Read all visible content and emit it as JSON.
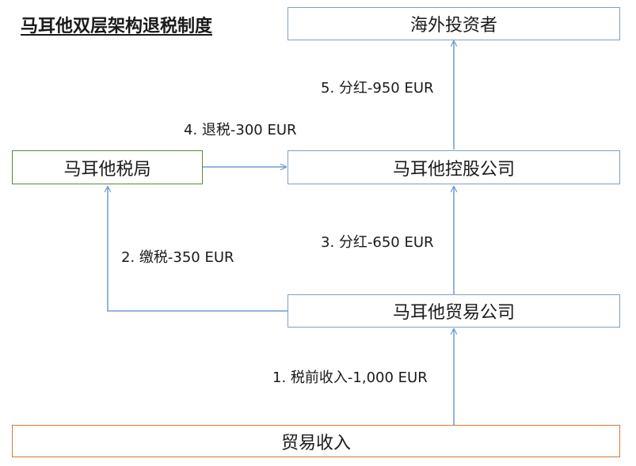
{
  "title": "马耳他双层架构退税制度",
  "boxes": {
    "investor": "海外投资者",
    "tax_office": "马耳他税局",
    "holding": "马耳他控股公司",
    "trading": "马耳他贸易公司",
    "revenue": "贸易收入"
  },
  "flows": {
    "step1": "1. 税前收入-1,000 EUR",
    "step2": "2. 缴税-350 EUR",
    "step3": "3. 分红-650 EUR",
    "step4": "4. 退税-300 EUR",
    "step5": "5. 分红-950 EUR"
  },
  "colors": {
    "arrow": "#6e9ccf",
    "box_blue": "#7ba1c6",
    "box_green": "#5a8a3a",
    "box_orange": "#d07a3a"
  }
}
